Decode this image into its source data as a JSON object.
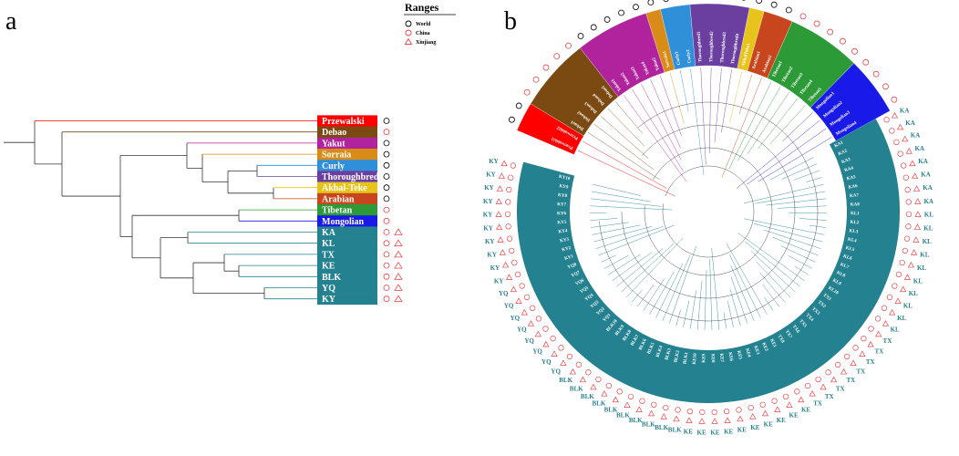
{
  "panels": {
    "a": "a",
    "b": "b"
  },
  "legend": {
    "title": "Ranges",
    "items": [
      {
        "label": "World",
        "shape": "circle",
        "color": "#000000"
      },
      {
        "label": "China",
        "shape": "circle",
        "color": "#e8464a"
      },
      {
        "label": "Xinjiang",
        "shape": "triangle",
        "color": "#e8464a"
      }
    ]
  },
  "tree_a": {
    "leaves": [
      {
        "label": "Przewalski",
        "color": "#ff0000",
        "ranges": [
          "world"
        ]
      },
      {
        "label": "Debao",
        "color": "#7a4a12",
        "ranges": [
          "china"
        ]
      },
      {
        "label": "Yakut",
        "color": "#b1239d",
        "ranges": [
          "world"
        ]
      },
      {
        "label": "Sorraia",
        "color": "#d98b18",
        "ranges": [
          "world"
        ]
      },
      {
        "label": "Curly",
        "color": "#2f8fd8",
        "ranges": [
          "world"
        ]
      },
      {
        "label": "Thoroughbred",
        "color": "#6b3fa0",
        "ranges": [
          "world"
        ]
      },
      {
        "label": "Akhal-Teke",
        "color": "#e7c41c",
        "ranges": [
          "world"
        ]
      },
      {
        "label": "Arabian",
        "color": "#c8461d",
        "ranges": [
          "world"
        ]
      },
      {
        "label": "Tibetan",
        "color": "#2c9a36",
        "ranges": [
          "china"
        ]
      },
      {
        "label": "Mongolian",
        "color": "#1a1ae8",
        "ranges": [
          "china"
        ]
      },
      {
        "label": "KA",
        "color": "#24818f",
        "ranges": [
          "china",
          "xinjiang"
        ]
      },
      {
        "label": "KL",
        "color": "#24818f",
        "ranges": [
          "china",
          "xinjiang"
        ]
      },
      {
        "label": "TX",
        "color": "#24818f",
        "ranges": [
          "china",
          "xinjiang"
        ]
      },
      {
        "label": "KE",
        "color": "#24818f",
        "ranges": [
          "china",
          "xinjiang"
        ]
      },
      {
        "label": "BLK",
        "color": "#24818f",
        "ranges": [
          "china",
          "xinjiang"
        ]
      },
      {
        "label": "YQ",
        "color": "#24818f",
        "ranges": [
          "china",
          "xinjiang"
        ]
      },
      {
        "label": "KY",
        "color": "#24818f",
        "ranges": [
          "china",
          "xinjiang"
        ]
      }
    ]
  },
  "tree_b": {
    "breed_sectors": [
      {
        "name": "Przewalski",
        "color": "#ff0000",
        "tips": [
          "Przewalski1",
          "Przewalski2"
        ],
        "range": "world"
      },
      {
        "name": "Debao",
        "color": "#7a4a12",
        "tips": [
          "Debao1",
          "Debao2",
          "Debao3",
          "Debao4",
          "Debao5"
        ],
        "range": "china"
      },
      {
        "name": "Yakut",
        "color": "#b1239d",
        "tips": [
          "Yakut1",
          "Yakut2",
          "Yakut3",
          "Yakut4",
          "Yakut5"
        ],
        "range": "world"
      },
      {
        "name": "Sorraia",
        "color": "#d98b18",
        "tips": [
          "Sorraia1"
        ],
        "range": "world"
      },
      {
        "name": "Curly",
        "color": "#2f8fd8",
        "tips": [
          "Curly1",
          "Curly2"
        ],
        "range": "world"
      },
      {
        "name": "Thoroughbred",
        "color": "#6b3fa0",
        "tips": [
          "Thoroughbred1",
          "Thoroughbred2",
          "Thoroughbred3",
          "Thoroughbred4"
        ],
        "range": "world"
      },
      {
        "name": "Akhal-Teke",
        "color": "#e7c41c",
        "tips": [
          "AkhalTeke1"
        ],
        "range": "world"
      },
      {
        "name": "Arabian",
        "color": "#c8461d",
        "tips": [
          "Arabian1",
          "Arabian2"
        ],
        "range": "world"
      },
      {
        "name": "Tibetan",
        "color": "#2c9a36",
        "tips": [
          "Tibetan1",
          "Tibetan2",
          "Tibetan3",
          "Tibetan4",
          "Tibetan5"
        ],
        "range": "china"
      },
      {
        "name": "Mongolian",
        "color": "#1a1ae8",
        "tips": [
          "Mongolian1",
          "Mongolian2",
          "Mongolian3",
          "Mongolian4"
        ],
        "range": "china"
      }
    ],
    "xinjiang_sector": {
      "color": "#24818f",
      "groups": [
        {
          "label": "KA",
          "count": 8
        },
        {
          "label": "KL",
          "count": 10
        },
        {
          "label": "TX",
          "count": 8
        },
        {
          "label": "KE",
          "count": 10
        },
        {
          "label": "BLK",
          "count": 10
        },
        {
          "label": "YQ",
          "count": 8
        },
        {
          "label": "KY",
          "count": 10
        }
      ]
    }
  }
}
